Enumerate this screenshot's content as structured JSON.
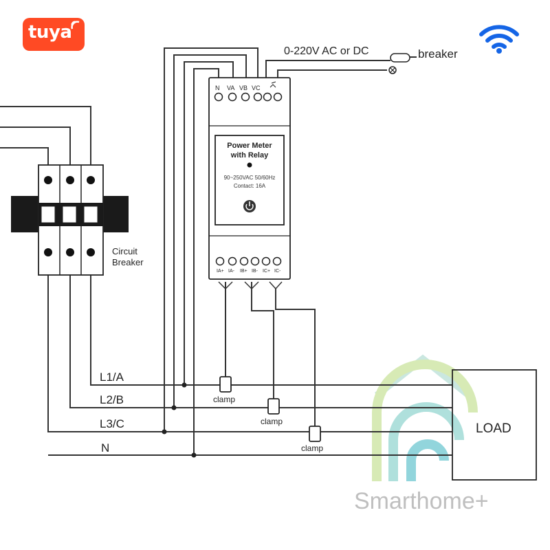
{
  "brand": {
    "logo_text": "tuya",
    "logo_color": "#ff4a24",
    "wifi_color": "#1565e6",
    "watermark_text": "Smarthome+"
  },
  "supply": {
    "label": "0-220V AC or DC",
    "breaker_label": "breaker"
  },
  "device": {
    "top_terminals": [
      "N",
      "VA",
      "VB",
      "VC"
    ],
    "title_line1": "Power Meter",
    "title_line2": "with Relay",
    "spec_line1": "90~250VAC 50/60Hz",
    "spec_line2": "Contact: 16A",
    "bottom_terminals": [
      "IA+",
      "IA-",
      "IB+",
      "IB-",
      "IC+",
      "IC-"
    ]
  },
  "circuit_breaker": {
    "label_line1": "Circuit",
    "label_line2": "Breaker"
  },
  "lines": {
    "l1": "L1/A",
    "l2": "L2/B",
    "l3": "L3/C",
    "n": "N"
  },
  "clamps": [
    "clamp",
    "clamp",
    "clamp"
  ],
  "load": {
    "label": "LOAD"
  }
}
